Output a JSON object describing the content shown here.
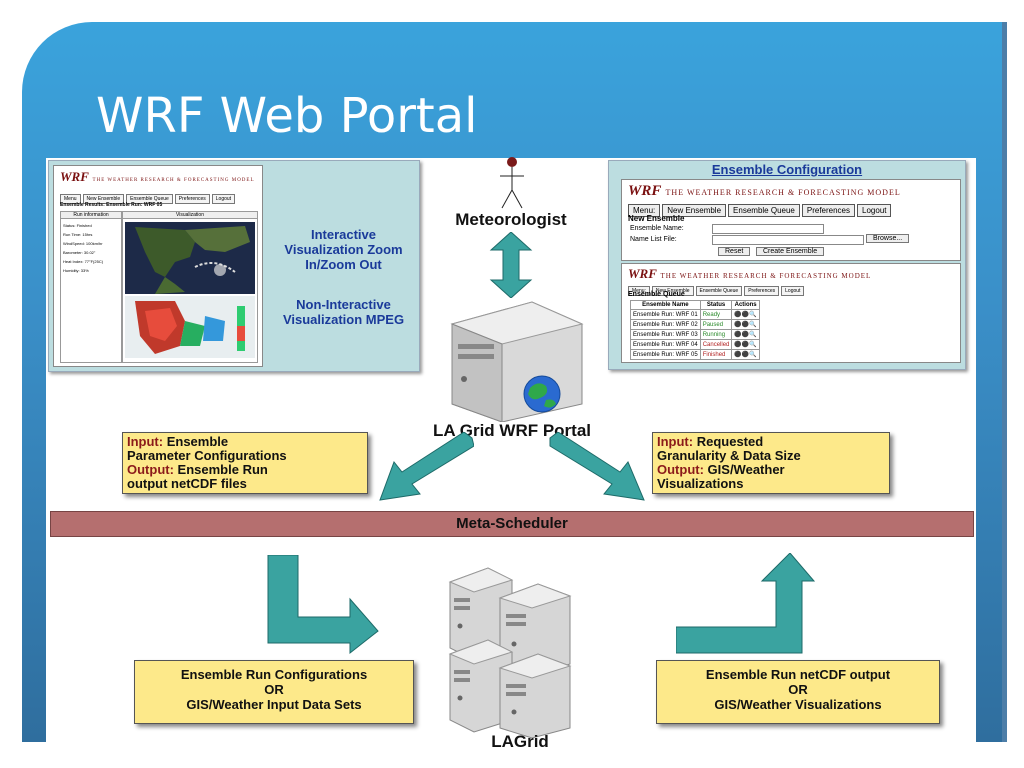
{
  "slide": {
    "title": "WRF Web Portal"
  },
  "left_panel": {
    "logo": "WRF",
    "logo_subtitle": "THE WEATHER RESEARCH & FORECASTING MODEL",
    "tabs": [
      "Menu",
      "New Ensemble",
      "Ensemble Queue",
      "Preferences",
      "Logout"
    ],
    "heading": "Ensemble Results: Ensemble Run: WRF 05",
    "col_run_info": "Run information",
    "col_visualization": "Visualization",
    "run_info_lines": [
      "Status: Finished",
      "Run Time: 15hrs",
      "WindSpeed: 100km/hr",
      "Barometer: 30.02\"",
      "Heat Index: 77°F(25C)",
      "Humidity: 33%"
    ],
    "caption_interactive": "Interactive Visualization Zoom In/Zoom Out",
    "caption_noninteractive": "Non-Interactive Visualization MPEG"
  },
  "right_panel": {
    "header": "Ensemble Configuration",
    "logo": "WRF",
    "logo_subtitle": "THE WEATHER RESEARCH & FORECASTING MODEL",
    "tabs": [
      "Menu:",
      "New Ensemble",
      "Ensemble Queue",
      "Preferences",
      "Logout"
    ],
    "new_ensemble_heading": "New Ensemble",
    "field_ensemble_name": "Ensemble Name:",
    "field_name_list_file": "Name List File:",
    "browse_button": "Browse...",
    "reset_button": "Reset",
    "create_button": "Create Ensemble",
    "queue_heading": "Ensemble Queue",
    "queue_columns": [
      "Ensemble Name",
      "Status",
      "Actions"
    ],
    "queue_rows": [
      {
        "name": "Ensemble Run: WRF 01",
        "status": "Ready",
        "color": "#2a8a2a"
      },
      {
        "name": "Ensemble Run: WRF 02",
        "status": "Paused",
        "color": "#2a8a2a"
      },
      {
        "name": "Ensemble Run: WRF 03",
        "status": "Running",
        "color": "#2a8a2a"
      },
      {
        "name": "Ensemble Run: WRF 04",
        "status": "Cancelled",
        "color": "#b22222"
      },
      {
        "name": "Ensemble Run: WRF 05",
        "status": "Finished",
        "color": "#b22222"
      }
    ]
  },
  "actor_label": "Meteorologist",
  "portal_label": "LA Grid WRF Portal",
  "input_left": {
    "kw1": "Input:",
    "line1": "Ensemble",
    "line2": "Parameter Configurations",
    "kw2": "Output:",
    "line3": "Ensemble Run",
    "line4": "output netCDF files"
  },
  "input_right": {
    "kw1": "Input:",
    "line1": "Requested",
    "line2": "Granularity & Data Size",
    "kw2": "Output:",
    "line3": "GIS/Weather",
    "line4": "Visualizations"
  },
  "meta_scheduler": "Meta-Scheduler",
  "bottom_left_box": [
    "Ensemble Run Configurations",
    "OR",
    "GIS/Weather Input Data Sets"
  ],
  "bottom_right_box": [
    "Ensemble Run netCDF output",
    "OR",
    "GIS/Weather Visualizations"
  ],
  "grid_label": "LAGrid",
  "colors": {
    "header_blue": "#3aa3dc",
    "arrow_teal": "#3aa3a0",
    "box_yellow": "#fde98a",
    "meta_bar": "#b56f6f",
    "label_blue": "#1a3a9a"
  }
}
